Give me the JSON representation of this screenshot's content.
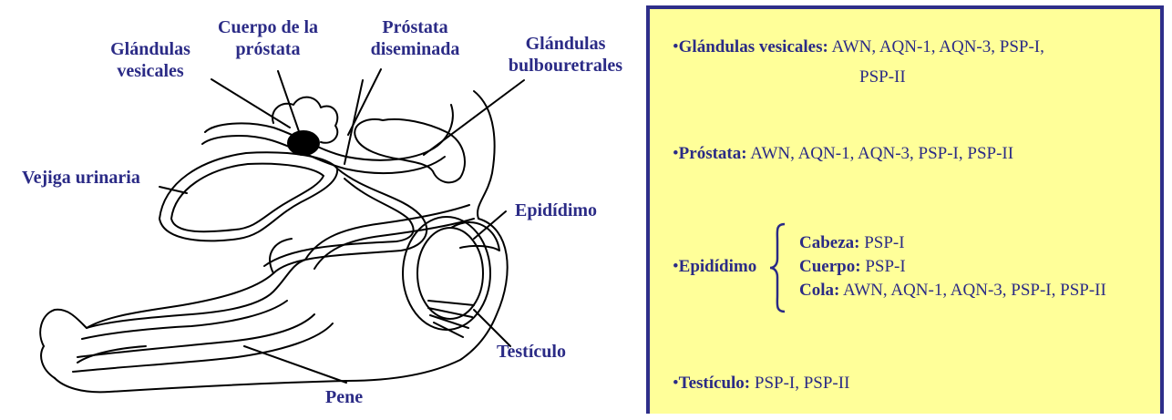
{
  "diagram": {
    "labels": {
      "glandulas_vesicales": [
        "Glándulas",
        "vesicales"
      ],
      "cuerpo_prostata": [
        "Cuerpo de la",
        "próstata"
      ],
      "prostata_diseminada": [
        "Próstata",
        "diseminada"
      ],
      "glandulas_bulbouretrales": [
        "Glándulas",
        "bulbouretrales"
      ],
      "vejiga": "Vejiga urinaria",
      "epididimo": "Epidídimo",
      "testiculo": "Testículo",
      "pene": "Pene"
    },
    "label_color": "#2b2b86",
    "line_color": "#000000"
  },
  "panel": {
    "background": "#ffff99",
    "border_color": "#2e2e8a",
    "bullet": "•",
    "vesicales": {
      "label": "Glándulas vesicales:",
      "text": "AWN, AQN-1, AQN-3, PSP-I,",
      "text2": "PSP-II"
    },
    "prostata": {
      "label": "Próstata:",
      "text": "AWN, AQN-1, AQN-3, PSP-I, PSP-II"
    },
    "epididimo": {
      "label": "Epidídimo",
      "parts": [
        {
          "label": "Cabeza:",
          "text": "PSP-I"
        },
        {
          "label": "Cuerpo:",
          "text": "PSP-I"
        },
        {
          "label": "Cola:",
          "text": "AWN, AQN-1, AQN-3, PSP-I, PSP-II"
        }
      ]
    },
    "testiculo": {
      "label": "Testículo:",
      "text": "PSP-I, PSP-II"
    }
  }
}
